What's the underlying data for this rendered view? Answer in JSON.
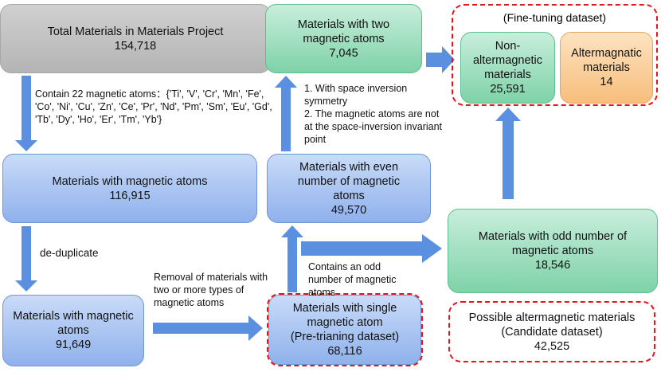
{
  "total": {
    "title": "Total Materials in Materials Project",
    "count": "154,718"
  },
  "magnetic": {
    "title": "Materials with magnetic atoms",
    "count": "116,915"
  },
  "dedup": {
    "title": "Materials with magnetic atoms",
    "count": "91,649"
  },
  "single": {
    "line1": "Materials with single",
    "line2": "magnetic atom",
    "line3": "(Pre-trianing dataset)",
    "count": "68,116"
  },
  "even": {
    "title": "Materials with even number of magnetic atoms",
    "count": "49,570"
  },
  "two": {
    "title": "Materials with two magnetic atoms",
    "count": "7,045"
  },
  "odd": {
    "title": "Materials with  odd number of magnetic atoms",
    "count": "18,546"
  },
  "finetune": {
    "label": "(Fine-tuning dataset)",
    "non_title": "Non-altermagnetic materials",
    "non_count": "25,591",
    "alt_title": "Altermagnatic materials",
    "alt_count": "14"
  },
  "candidate": {
    "line1": "Possible altermagnetic materials",
    "line2": "(Candidate dataset)",
    "count": "42,525"
  },
  "notes": {
    "contain": "Contain 22 magnetic atoms：{'Ti', 'V', 'Cr', 'Mn', 'Fe', 'Co', 'Ni', 'Cu', 'Zn', 'Ce', 'Pr', 'Nd', 'Pm', 'Sm', 'Eu', 'Gd', 'Tb', 'Dy', 'Ho', 'Er', 'Tm', 'Yb'}",
    "dedup": "de-duplicate",
    "removal": "Removal of materials with two or more types of magnetic atoms",
    "odd": "Contains an odd number of magnetic atoms",
    "sym1": "1. With space inversion symmetry",
    "sym2": "2. The magnetic atoms are not at the space-inversion invariant point"
  },
  "colors": {
    "arrow": "#5b8fe0",
    "dash": "#e8141b"
  }
}
